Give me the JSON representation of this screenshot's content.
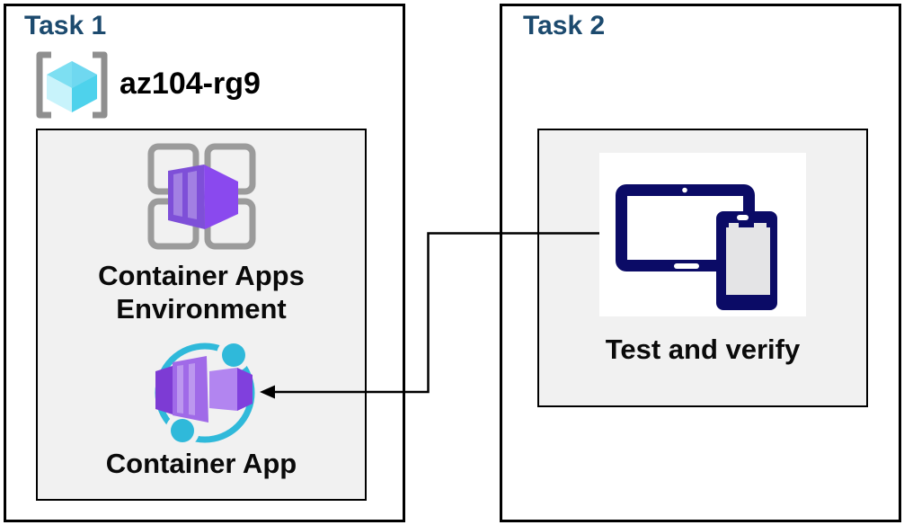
{
  "task1": {
    "title": "Task 1",
    "resource_group": {
      "label": "az104-rg9",
      "icon": "resource-group-icon"
    },
    "nodes": [
      {
        "label": "Container Apps Environment",
        "icon": "container-apps-environment-icon"
      },
      {
        "label": "Container App",
        "icon": "container-app-icon"
      }
    ]
  },
  "task2": {
    "title": "Task 2",
    "nodes": [
      {
        "label": "Test and verify",
        "icon": "devices-icon"
      }
    ]
  },
  "connector": {
    "type": "elbow-arrow",
    "from": "devices-icon",
    "to": "container-app-icon"
  },
  "colors": {
    "task_title": "#1c4a6e",
    "box_border": "#000000",
    "inner_panel_fill": "#f1f1f1",
    "label_text": "#0a0a0a",
    "connector_line": "#000000",
    "bracket_gray": "#8f8f8f",
    "grid_gray": "#9b9b9b",
    "cube_top": "#7ddff2",
    "cube_left": "#c8f3fb",
    "cube_right": "#4ed2ec",
    "purple_front": "#7e4fd8",
    "purple_side": "#8a49ee",
    "purple_light": "#b285f0",
    "cyan_ring": "#2fb9da",
    "device_navy": "#0b0b66",
    "device_screen_gray": "#e4e4e6"
  }
}
